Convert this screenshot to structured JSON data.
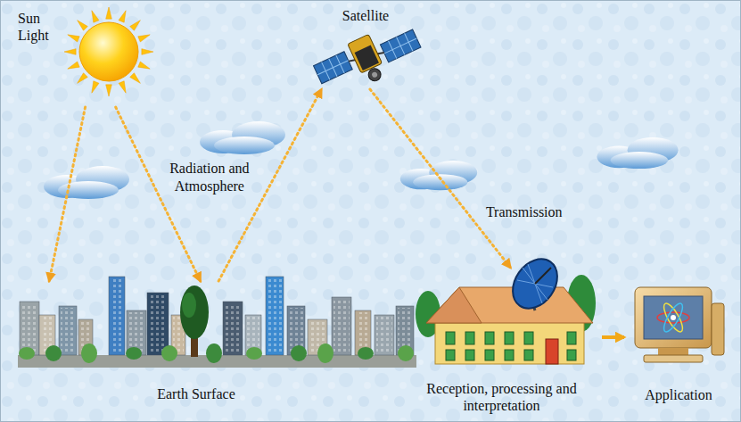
{
  "diagram": {
    "nodes": [
      {
        "text": [
          "Sun Light"
        ]
      },
      {
        "text": [
          "Satellite"
        ]
      },
      {
        "text": [
          "Earth Surface"
        ]
      },
      {
        "text": [
          "Reception, processing and interpretation"
        ]
      },
      {
        "text": [
          "Application"
        ]
      }
    ],
    "edges": [
      {
        "from": 0,
        "to": 2,
        "arrow": "to"
      },
      {
        "from": 0,
        "to": 2,
        "arrow": "to"
      },
      {
        "from": 2,
        "to": 1,
        "arrow": "to",
        "label": "Radiation and Atmosphere"
      },
      {
        "from": 1,
        "to": 3,
        "arrow": "to",
        "label": "Transmission"
      },
      {
        "from": 3,
        "to": 4,
        "arrow": "to"
      }
    ]
  }
}
